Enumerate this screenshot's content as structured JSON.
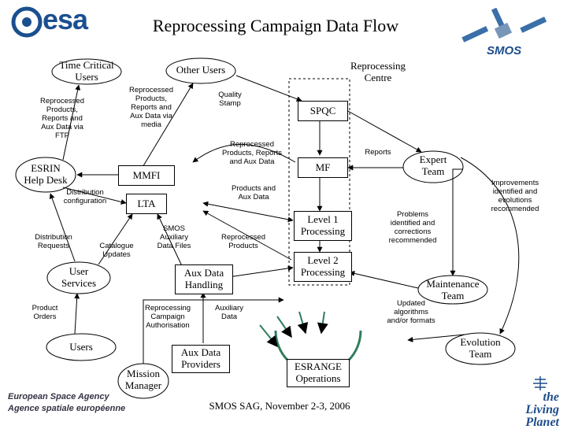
{
  "title": "Reprocessing Campaign Data Flow",
  "footer": "SMOS SAG, November 2-3, 2006",
  "logos": {
    "esa": "esa",
    "esa_agency_line1": "European Space Agency",
    "esa_agency_line2": "Agence spatiale européenne",
    "smos": "SMOS",
    "living_planet_line1": "the",
    "living_planet_line2": "Living Planet"
  },
  "colors": {
    "esa_blue": "#1a4f8f",
    "smos_blue": "#1e4d8c",
    "ring": "#2f7d5b",
    "arrow": "#000000"
  },
  "nodes": {
    "time_critical_users": "Time Critical\nUsers",
    "other_users": "Other Users",
    "reprocessing_centre": "Reprocessing\nCentre",
    "spqc": "SPQC",
    "esrin_help_desk": "ESRIN\nHelp Desk",
    "mmfi": "MMFI",
    "mf": "MF",
    "expert_team": "Expert\nTeam",
    "lta": "LTA",
    "level1": "Level 1\nProcessing",
    "level2": "Level 2\nProcessing",
    "user_services": "User\nServices",
    "aux_data_handling": "Aux Data\nHandling",
    "maintenance_team": "Maintenance\nTeam",
    "users": "Users",
    "aux_data_providers": "Aux Data\nProviders",
    "mission_manager": "Mission\nManager",
    "esrange_operations": "ESRANGE\nOperations",
    "evolution_team": "Evolution\nTeam"
  },
  "labels": {
    "reprocessed_ftp": "Reprocessed\nProducts,\nReports and\nAux Data via\nFTP",
    "reprocessed_media": "Reprocessed\nProducts,\nReports and\nAux Data via\nmedia",
    "quality_stamp": "Quality\nStamp",
    "reprocessed_reports_aux": "Reprocessed\nProducts, Reports\nand Aux Data",
    "reports": "Reports",
    "improvements": "Improvements\nidentified and\nevolutions\nrecommended",
    "distribution_configuration": "Distribution\nconfiguration",
    "products_and_aux": "Products and\nAux Data",
    "problems": "Problems\nidentified and\ncorrections\nrecommended",
    "distribution_requests": "Distribution\nRequests",
    "catalogue_updates": "Catalogue\nUpdates",
    "smos_aux_files": "SMOS\nAuxiliary\nData Files",
    "reprocessed_products": "Reprocessed\nProducts",
    "product_orders": "Product\nOrders",
    "reprocessing_authorisation": "Reprocessing\nCampaign\nAuthorisation",
    "auxiliary_data": "Auxiliary\nData",
    "updated_algorithms": "Updated\nalgorithms\nand/or formats"
  }
}
